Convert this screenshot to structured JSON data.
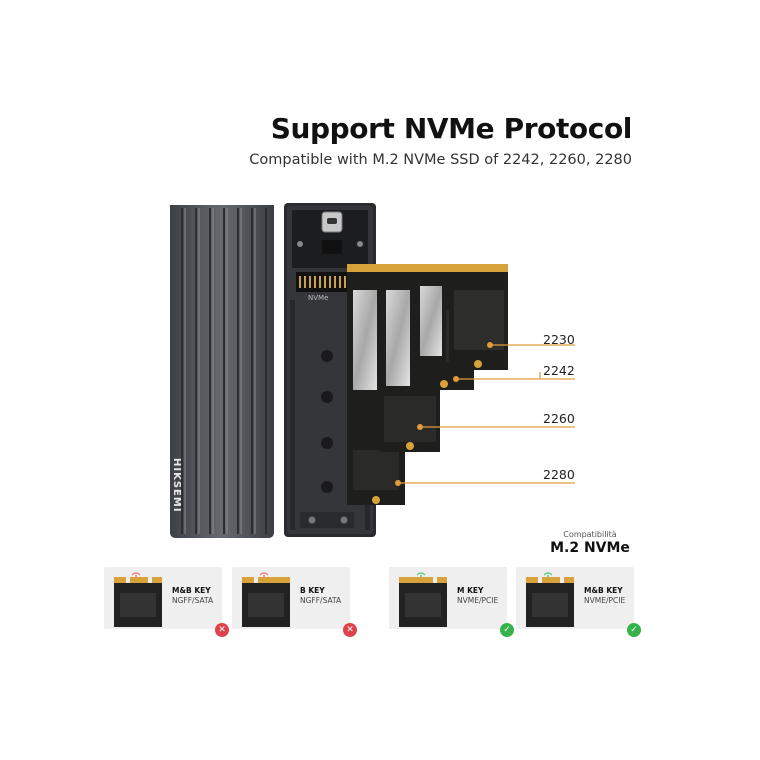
{
  "header": {
    "title": "Support NVMe Protocol",
    "subtitle": "Compatible with M.2 NVMe SSD of 2242, 2260, 2280"
  },
  "product": {
    "brand_text": "HIKSEMI",
    "slot_label": "NVMe"
  },
  "sizes": [
    "2230",
    "2242",
    "2260",
    "2280"
  ],
  "compat": {
    "small": "Compatibilità",
    "large": "M.2 NVMe"
  },
  "keys": [
    {
      "line1": "M&B KEY",
      "line2": "NGFF/SATA",
      "ok": false
    },
    {
      "line1": "B KEY",
      "line2": "NGFF/SATA",
      "ok": false
    },
    {
      "line1": "M KEY",
      "line2": "NVME/PCIE",
      "ok": true
    },
    {
      "line1": "M&B KEY",
      "line2": "NVME/PCIE",
      "ok": true
    }
  ],
  "colors": {
    "enclosure": "#55595e",
    "pcb": "#1e1f1c",
    "gold": "#d7a23a",
    "leader": "#e39a3b",
    "bad": "#e0424a",
    "good": "#35b34a"
  }
}
